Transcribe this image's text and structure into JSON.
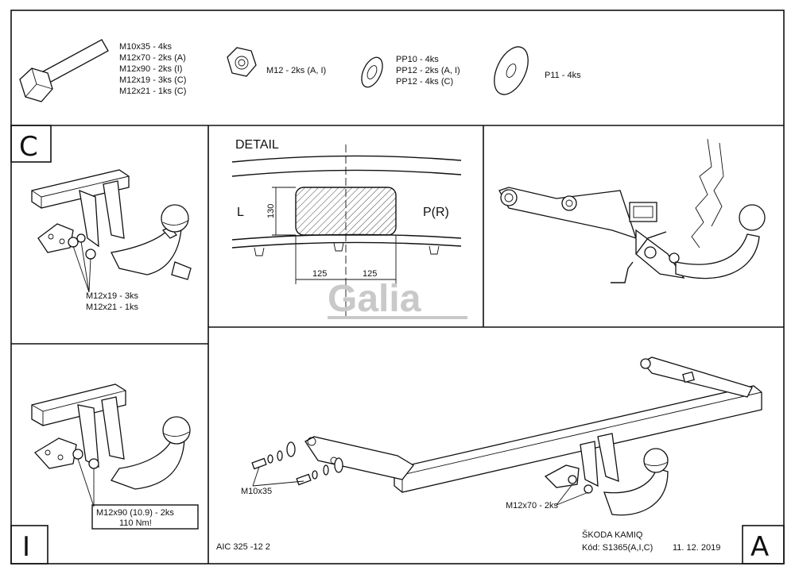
{
  "parts": {
    "bolt_lines": [
      "M10x35 - 4ks",
      "M12x70 - 2ks (A)",
      "M12x90 - 2ks (I)",
      "M12x19 - 3ks (C)",
      "M12x21 - 1ks (C)"
    ],
    "nut_label": "M12 - 2ks (A, I)",
    "washer_lines": [
      "PP10 - 4ks",
      "PP12 - 2ks (A, I)",
      "PP12 - 4ks (C)"
    ],
    "big_washer_label": "P11 - 4ks"
  },
  "panels": {
    "c": {
      "letter": "C",
      "note": [
        "M12x19 - 3ks",
        "M12x21 - 1ks"
      ]
    },
    "i": {
      "letter": "I",
      "note": [
        "M12x90 (10.9) - 2ks",
        "110 Nm!"
      ]
    },
    "a": {
      "letter": "A"
    }
  },
  "detail": {
    "title": "DETAIL",
    "left": "L",
    "right": "P(R)",
    "height_dim": "130",
    "dim_left": "125",
    "dim_right": "125"
  },
  "main": {
    "label_m10": "M10x35",
    "label_m12": "M12x70 - 2ks"
  },
  "footer": {
    "code_left": "AIC 325 -12 2",
    "vehicle": "ŠKODA KAMIQ",
    "code": "Kód: S1365(A,I,C)",
    "date": "11. 12. 2019"
  },
  "watermark": "Galia"
}
